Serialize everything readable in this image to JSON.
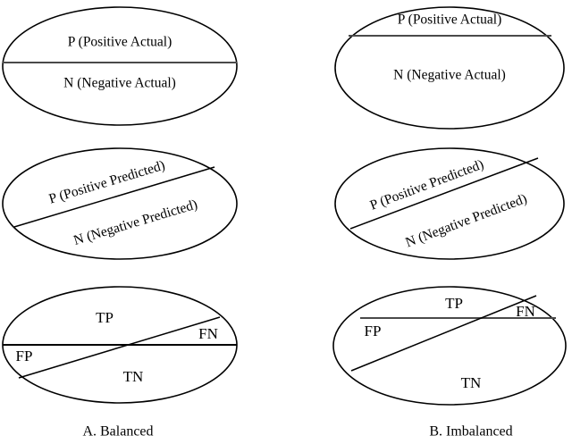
{
  "figure": {
    "title": "Balanced versus imbalanced class distribution Venn diagrams",
    "background_color": "#ffffff",
    "line_color": "#000000",
    "divider_color": "#4a4a4a"
  },
  "columns": [
    {
      "id": "balanced",
      "caption": "A. Balanced",
      "rows": [
        {
          "id": "actual",
          "labels": {
            "positive": "P (Positive Actual)",
            "negative": "N (Negative Actual)"
          }
        },
        {
          "id": "predicted",
          "labels": {
            "positive": "P (Positive Predicted)",
            "negative": "N (Negative Predicted)"
          }
        },
        {
          "id": "combined",
          "labels": {
            "true_positive": "TP",
            "false_negative": "FN",
            "false_positive": "FP",
            "true_negative": "TN"
          }
        }
      ]
    },
    {
      "id": "imbalanced",
      "caption": "B. Imbalanced",
      "rows": [
        {
          "id": "actual",
          "labels": {
            "positive": "P (Positive Actual)",
            "negative": "N (Negative Actual)"
          }
        },
        {
          "id": "predicted",
          "labels": {
            "positive": "P (Positive Predicted)",
            "negative": "N (Negative Predicted)"
          }
        },
        {
          "id": "combined",
          "labels": {
            "true_positive": "TP",
            "false_negative": "FN",
            "false_positive": "FP",
            "true_negative": "TN"
          }
        }
      ]
    }
  ]
}
